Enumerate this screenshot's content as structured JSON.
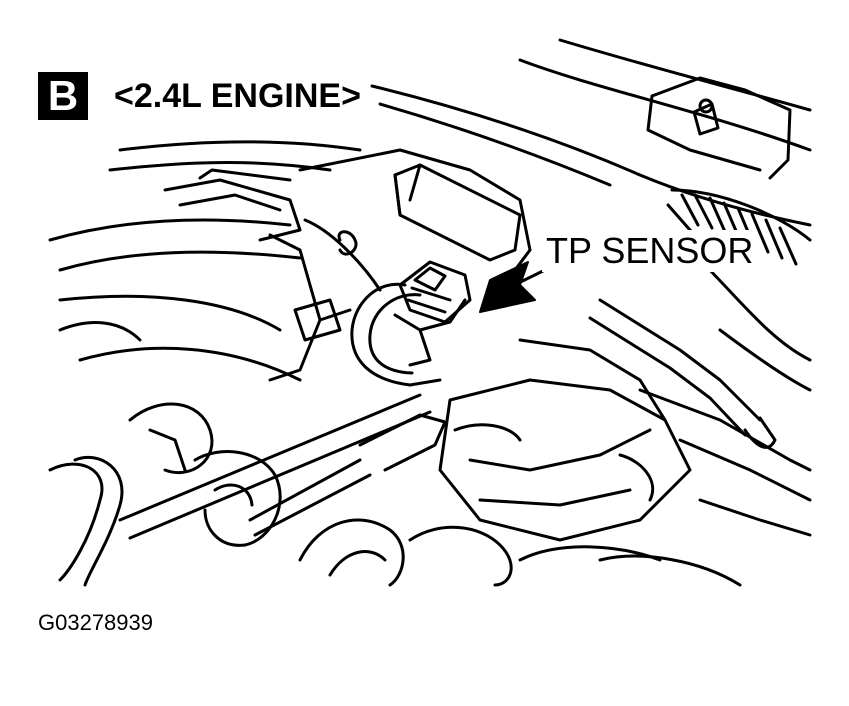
{
  "panel": {
    "badge": "B",
    "title": "<2.4L ENGINE>"
  },
  "callout": {
    "label": "TP SENSOR"
  },
  "figure": {
    "id": "G03278939"
  }
}
